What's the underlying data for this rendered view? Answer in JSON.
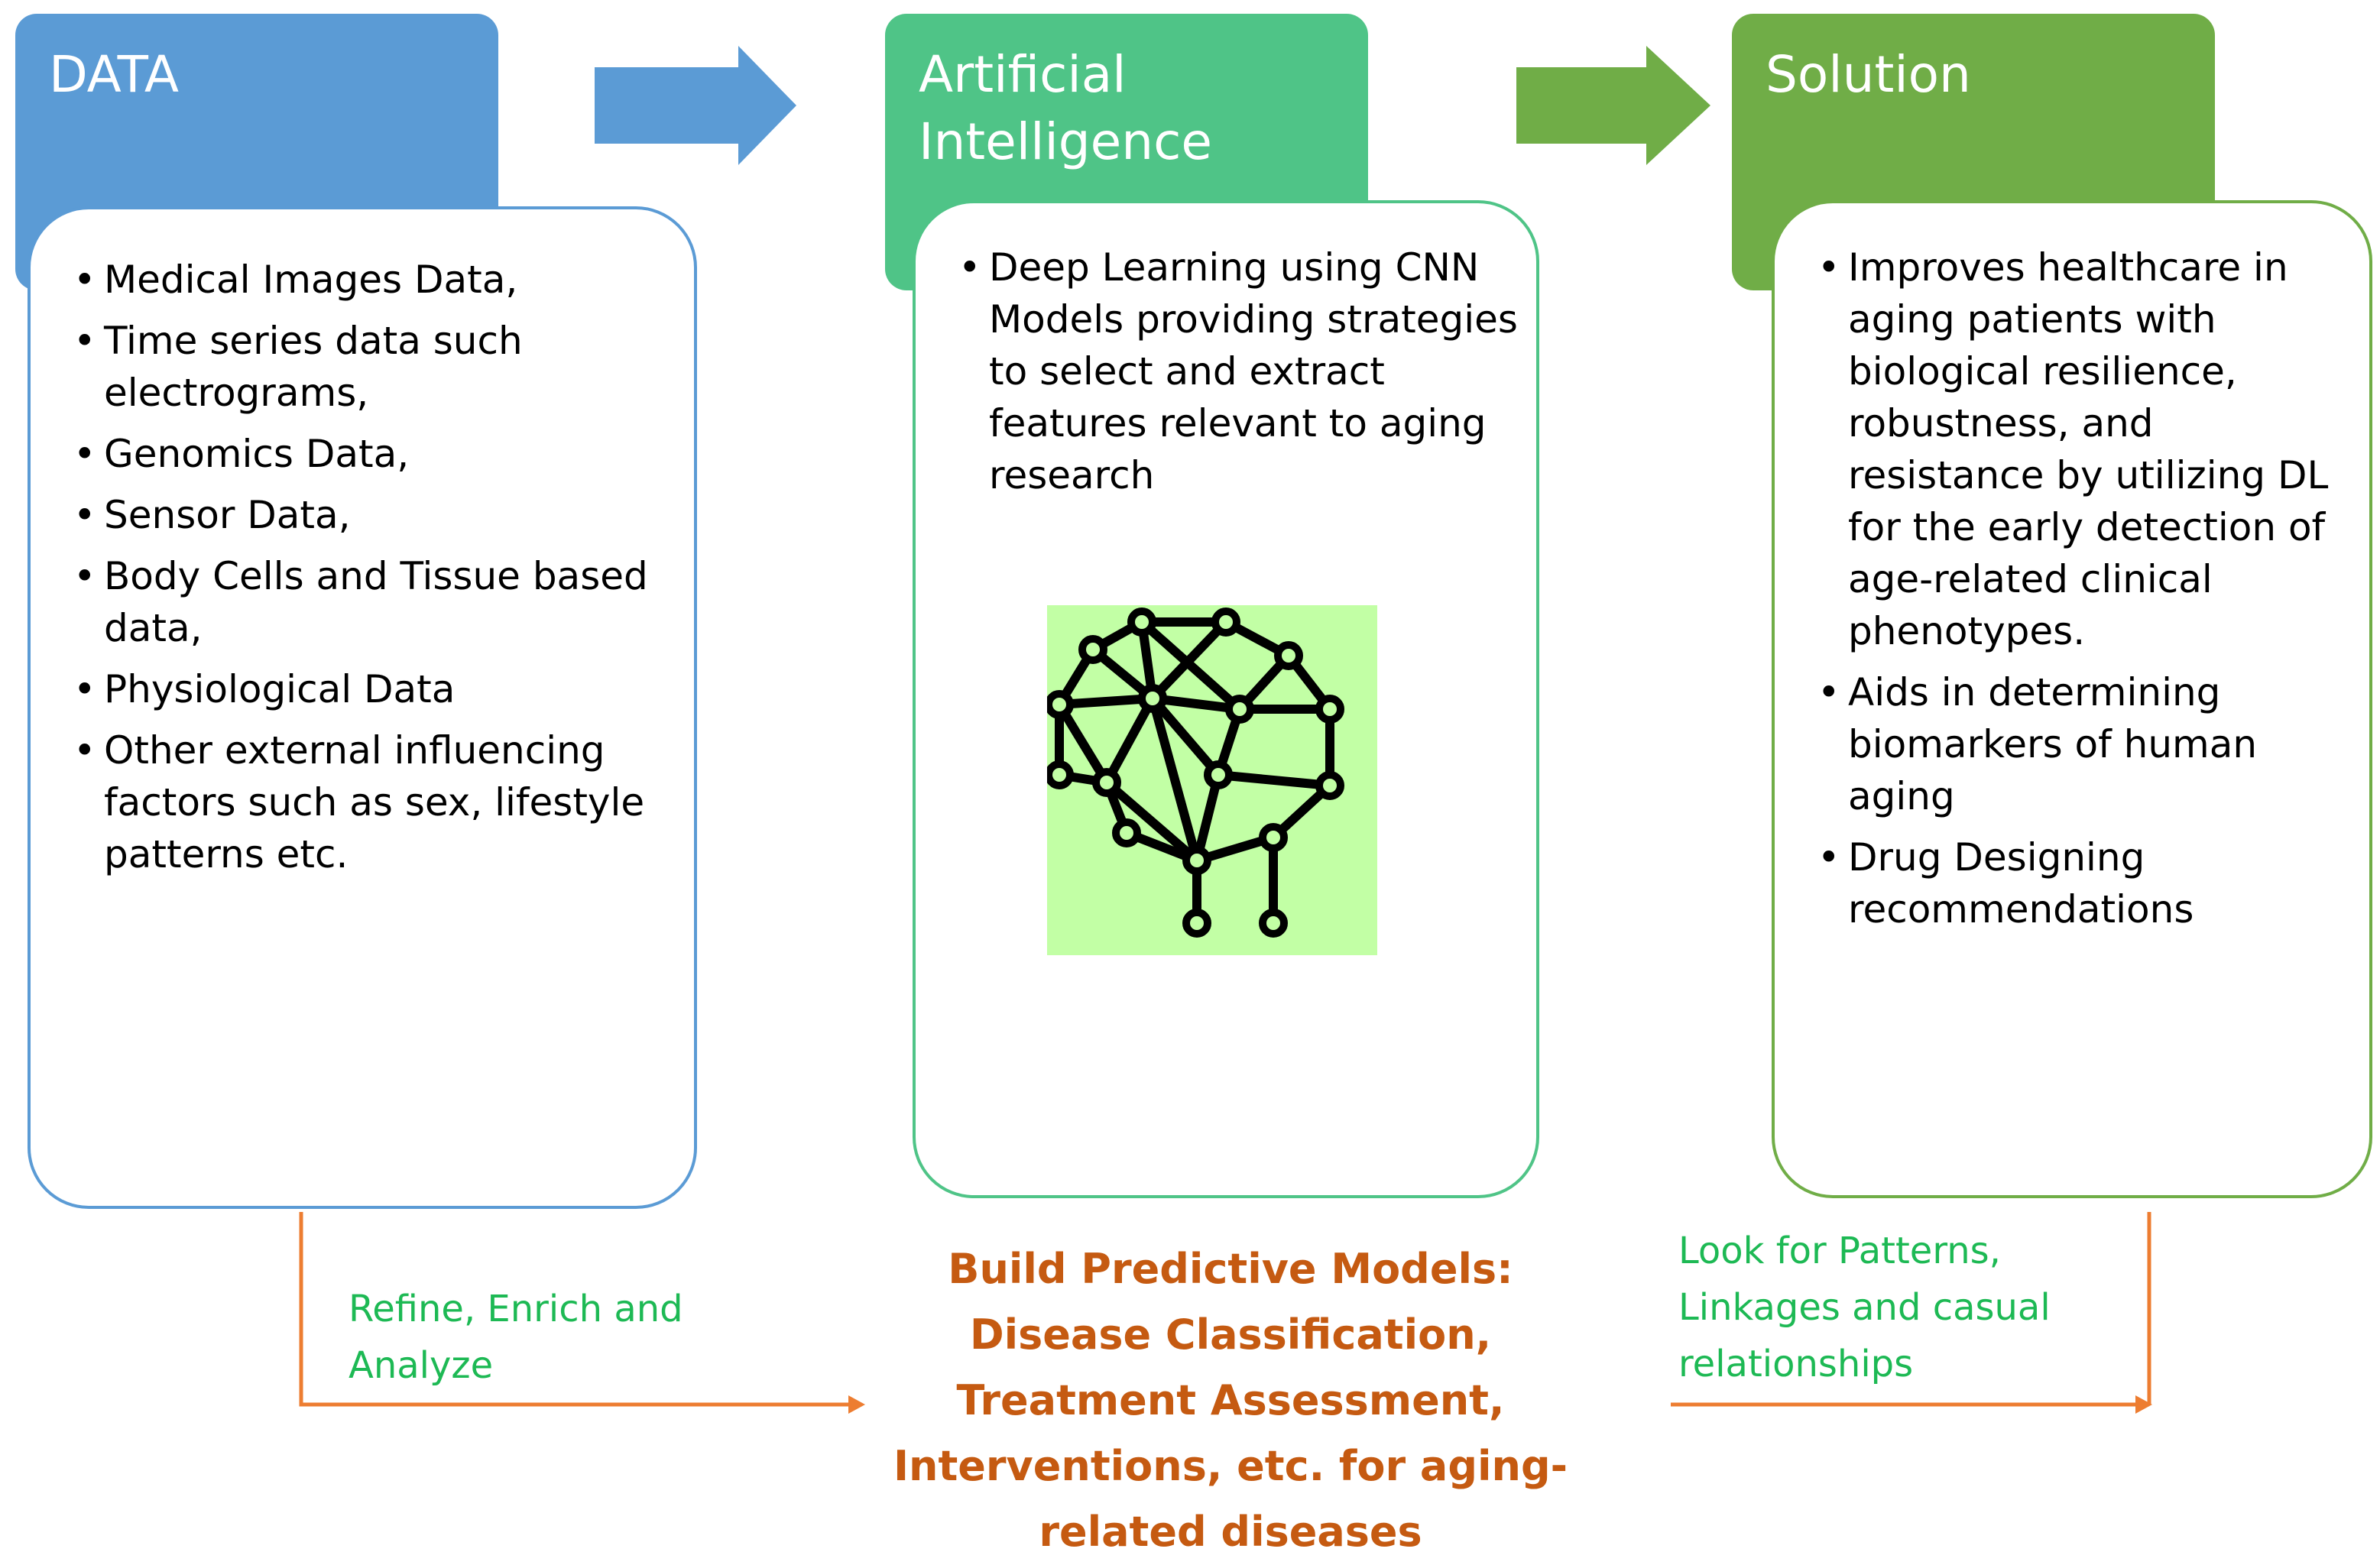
{
  "colors": {
    "data_blue": "#5b9bd5",
    "ai_green": "#4fc487",
    "solution_green": "#70ad47",
    "flow_orange": "#ed7d31",
    "caption_green": "#1db954",
    "center_text": "#c55a11",
    "nn_background": "#c2ffa5"
  },
  "data_block": {
    "title": "DATA",
    "items": [
      "Medical Images Data,",
      "Time series data such electrograms,",
      "Genomics Data,",
      "Sensor Data,",
      "Body Cells and Tissue based data,",
      "Physiological Data",
      "Other external influencing factors such as sex, lifestyle patterns etc."
    ]
  },
  "ai_block": {
    "title": "Artificial\nIntelligence",
    "items": [
      "Deep Learning using CNN Models providing strategies to select and extract features relevant to aging research"
    ],
    "icon": "neural-network-brain-icon"
  },
  "solution_block": {
    "title": "Solution",
    "items": [
      "Improves healthcare in aging patients with biological resilience, robustness, and resistance by utilizing DL for the early detection of age-related clinical phenotypes.",
      "Aids in determining biomarkers of human aging",
      "Drug Designing recommendations"
    ]
  },
  "flow": {
    "left_caption": "Refine, Enrich and\nAnalyze",
    "center_text": "Build Predictive Models:\nDisease Classification,\nTreatment Assessment,\nInterventions, etc. for aging-\nrelated diseases",
    "right_caption": "Look for Patterns,\nLinkages and casual\nrelationships"
  }
}
